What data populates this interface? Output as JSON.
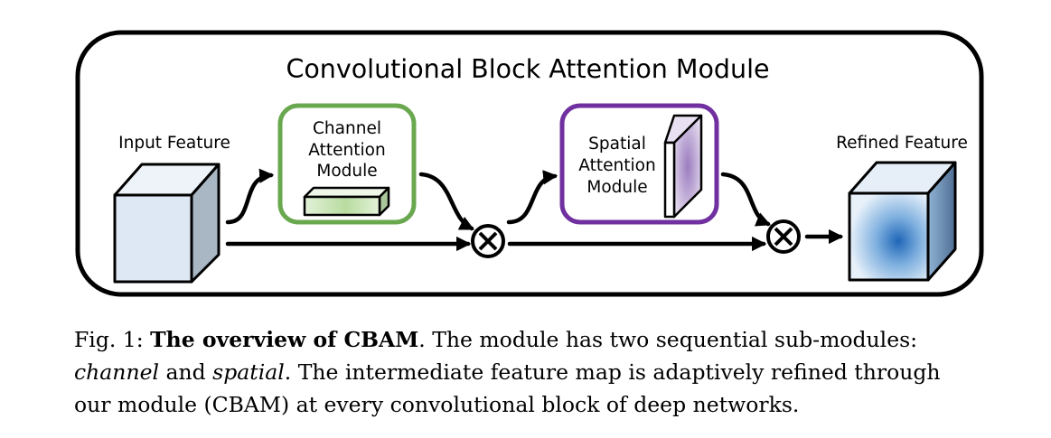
{
  "diagram": {
    "title": "Convolutional Block Attention Module",
    "input_label": "Input Feature",
    "refined_label": "Refined Feature",
    "channel_module": [
      "Channel",
      "Attention",
      "Module"
    ],
    "spatial_module": [
      "Spatial",
      "Attention",
      "Module"
    ],
    "colors": {
      "channel_border": "#6aa84f",
      "spatial_border": "#7030a0",
      "input_cube": "#dde8f4",
      "refined_center": "#2f75c0"
    }
  },
  "caption": {
    "prefix": "Fig. 1:",
    "title": "The overview of CBAM",
    "line1_rest": ". The module has two sequential sub-modules:",
    "channel_word": "channel",
    "and_word": "and",
    "spatial_word": "spatial",
    "line2_rest": ". The intermediate feature map is adaptively refined through",
    "line3": "our module (CBAM) at every convolutional block of deep networks."
  }
}
